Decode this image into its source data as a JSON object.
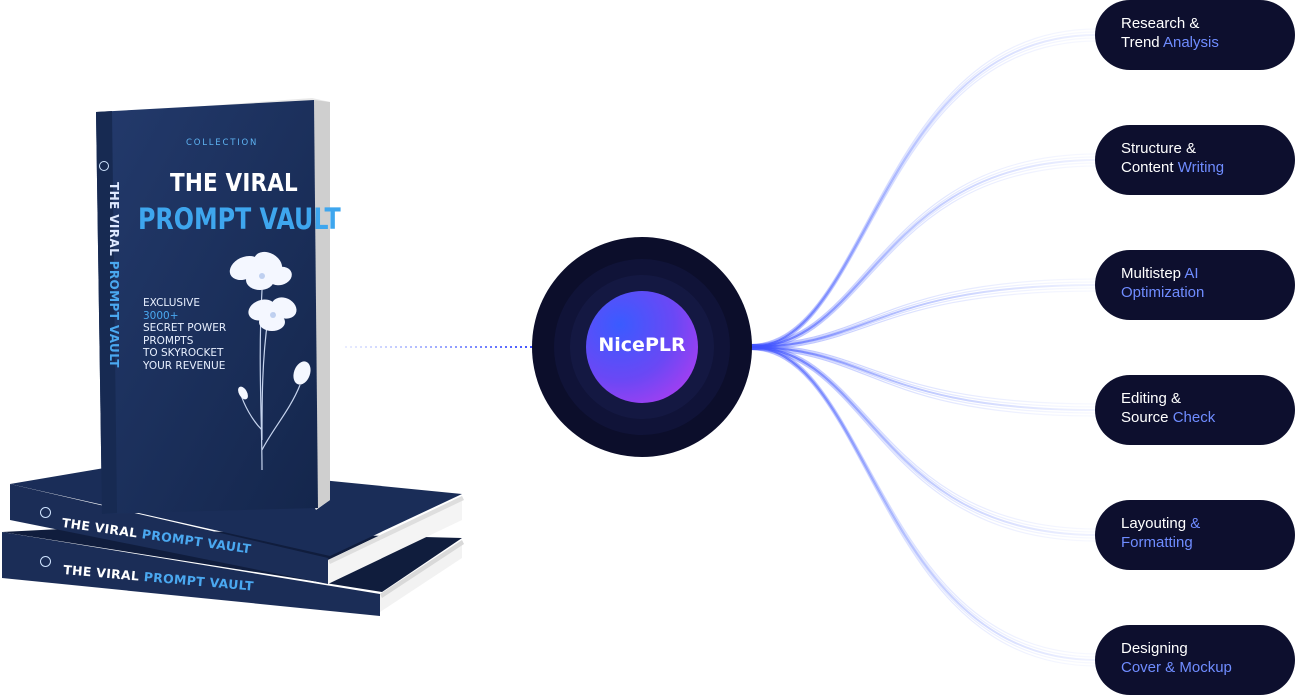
{
  "book": {
    "collection_label": "COLLECTION",
    "title_line1": "THE VIRAL",
    "title_line2": "PROMPT VAULT",
    "spine_title_white": "THE VIRAL",
    "spine_title_accent": "PROMPT VAULT",
    "blurb": {
      "line1": "EXCLUSIVE",
      "line2": "3000+",
      "line3": "SECRET POWER",
      "line4": "PROMPTS",
      "line5": "TO SKYROCKET",
      "line6": "YOUR REVENUE"
    }
  },
  "hub": {
    "label": "NicePLR"
  },
  "steps": [
    {
      "line1_plain": "Research &",
      "line1_hl": "",
      "line2_plain": "Trend ",
      "line2_hl": "Analysis"
    },
    {
      "line1_plain": "Structure &",
      "line1_hl": "",
      "line2_plain": "Content ",
      "line2_hl": "Writing"
    },
    {
      "line1_plain": "Multistep ",
      "line1_hl": "AI",
      "line2_plain": "",
      "line2_hl": "Optimization"
    },
    {
      "line1_plain": "Editing &",
      "line1_hl": "",
      "line2_plain": "Source ",
      "line2_hl": "Check"
    },
    {
      "line1_plain": "Layouting ",
      "line1_hl": "&",
      "line2_plain": "",
      "line2_hl": "Formatting"
    },
    {
      "line1_plain": "Designing",
      "line1_hl": "",
      "line2_plain": "",
      "line2_hl": "Cover & Mockup"
    }
  ],
  "colors": {
    "navy": "#0d0f2e",
    "book_navy": "#1b2d57",
    "accent_blue": "#3ea6ee",
    "highlight_text": "#6f8cff",
    "hub_gradient_start": "#3a5bff",
    "hub_gradient_end": "#b23cf0"
  }
}
